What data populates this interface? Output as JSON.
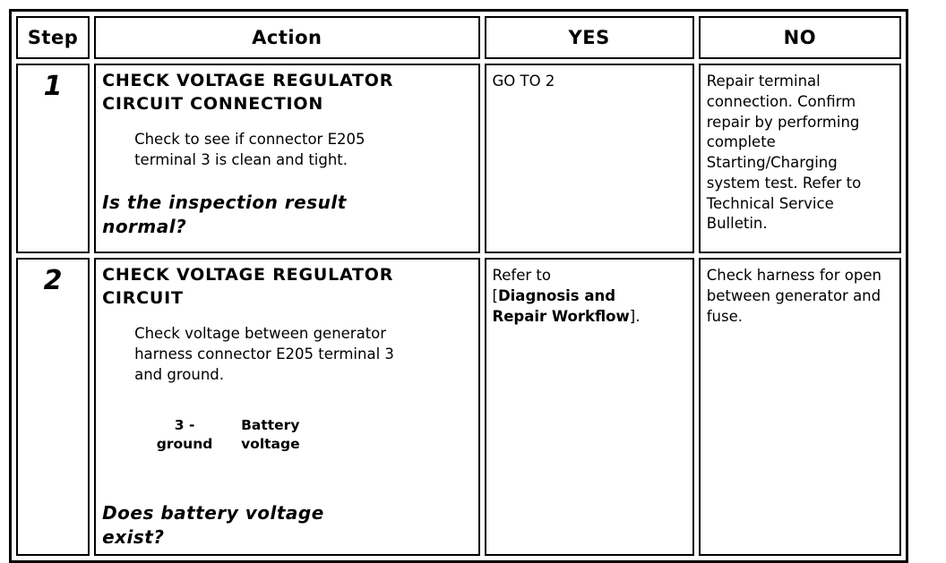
{
  "header": {
    "step": "Step",
    "action": "Action",
    "yes": "YES",
    "no": "NO"
  },
  "rows": [
    {
      "step": "1",
      "action_title": "CHECK VOLTAGE REGULATOR CIRCUIT CONNECTION",
      "action_detail": "Check to see if connector E205 terminal 3 is clean and tight.",
      "action_question": "Is the inspection result normal?",
      "yes_text": "GO TO 2",
      "no_text": "Repair terminal connection. Confirm repair by performing complete Starting/Charging system test. Refer to Technical Service Bulletin."
    },
    {
      "step": "2",
      "action_title": "CHECK VOLTAGE REGULATOR CIRCUIT",
      "action_detail": "Check voltage between generator harness connector E205 terminal 3 and ground.",
      "measurement": {
        "terminal": "3 - ground",
        "value": "Battery voltage"
      },
      "action_question": "Does battery voltage exist?",
      "yes_prefix": "Refer to",
      "yes_bracket_open": "[",
      "yes_link": "Diagnosis and Repair Workflow",
      "yes_bracket_close": "].",
      "no_text": "Check harness for open between generator and fuse."
    }
  ]
}
